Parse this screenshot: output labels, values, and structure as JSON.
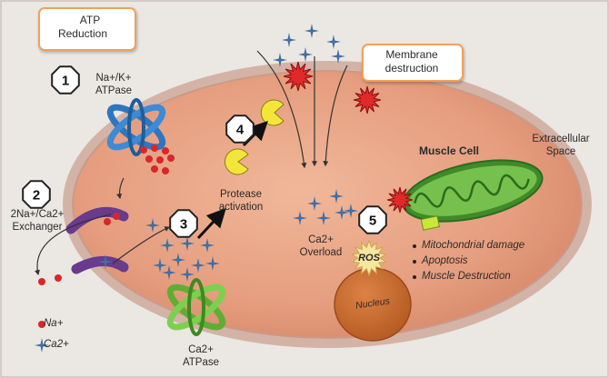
{
  "atp_box": {
    "line1": "ATP",
    "line2": "Reduction"
  },
  "membrane_box": {
    "line1": "Membrane",
    "line2": "destruction"
  },
  "steps": [
    "1",
    "2",
    "3",
    "4",
    "5"
  ],
  "labels": {
    "na_k_atpase_1": "Na+/K+",
    "na_k_atpase_2": "ATPase",
    "exchanger_1": "2Na+/Ca2+",
    "exchanger_2": "Exchanger",
    "protease_1": "Protease",
    "protease_2": "activation",
    "ca_overload_1": "Ca2+",
    "ca_overload_2": "Overload",
    "ca_atpase_1": "Ca2+",
    "ca_atpase_2": "ATPase",
    "muscle_cell": "Muscle Cell",
    "extracellular_1": "Extracellular",
    "extracellular_2": "Space",
    "ros": "ROS",
    "nucleus": "Nucleus"
  },
  "effects": [
    "Mitochondrial damage",
    "Apoptosis",
    "Muscle Destruction"
  ],
  "legend": {
    "na": "Na+",
    "ca": "Ca2+"
  },
  "colors": {
    "cell_fill": "#e9a585",
    "cell_border": "#c99a8c",
    "na_dot": "#d9262b",
    "ca_star": "#3f6fa6",
    "box_border": "#f0a15a",
    "atp_arrow": "#c0392b",
    "mitochondria": "#5aa63a",
    "nucleus": "#c8652a",
    "pac_yellow": "#f2e63b",
    "burst_red": "#e02a2a",
    "atpase_blue": "#2f76c0",
    "atpase_green": "#6cbf3e",
    "exchanger_purple": "#6a3a8d"
  },
  "icons": [
    "lightning-icon",
    "down-arrow-icon",
    "octagon-badge",
    "star-burst-icon"
  ]
}
